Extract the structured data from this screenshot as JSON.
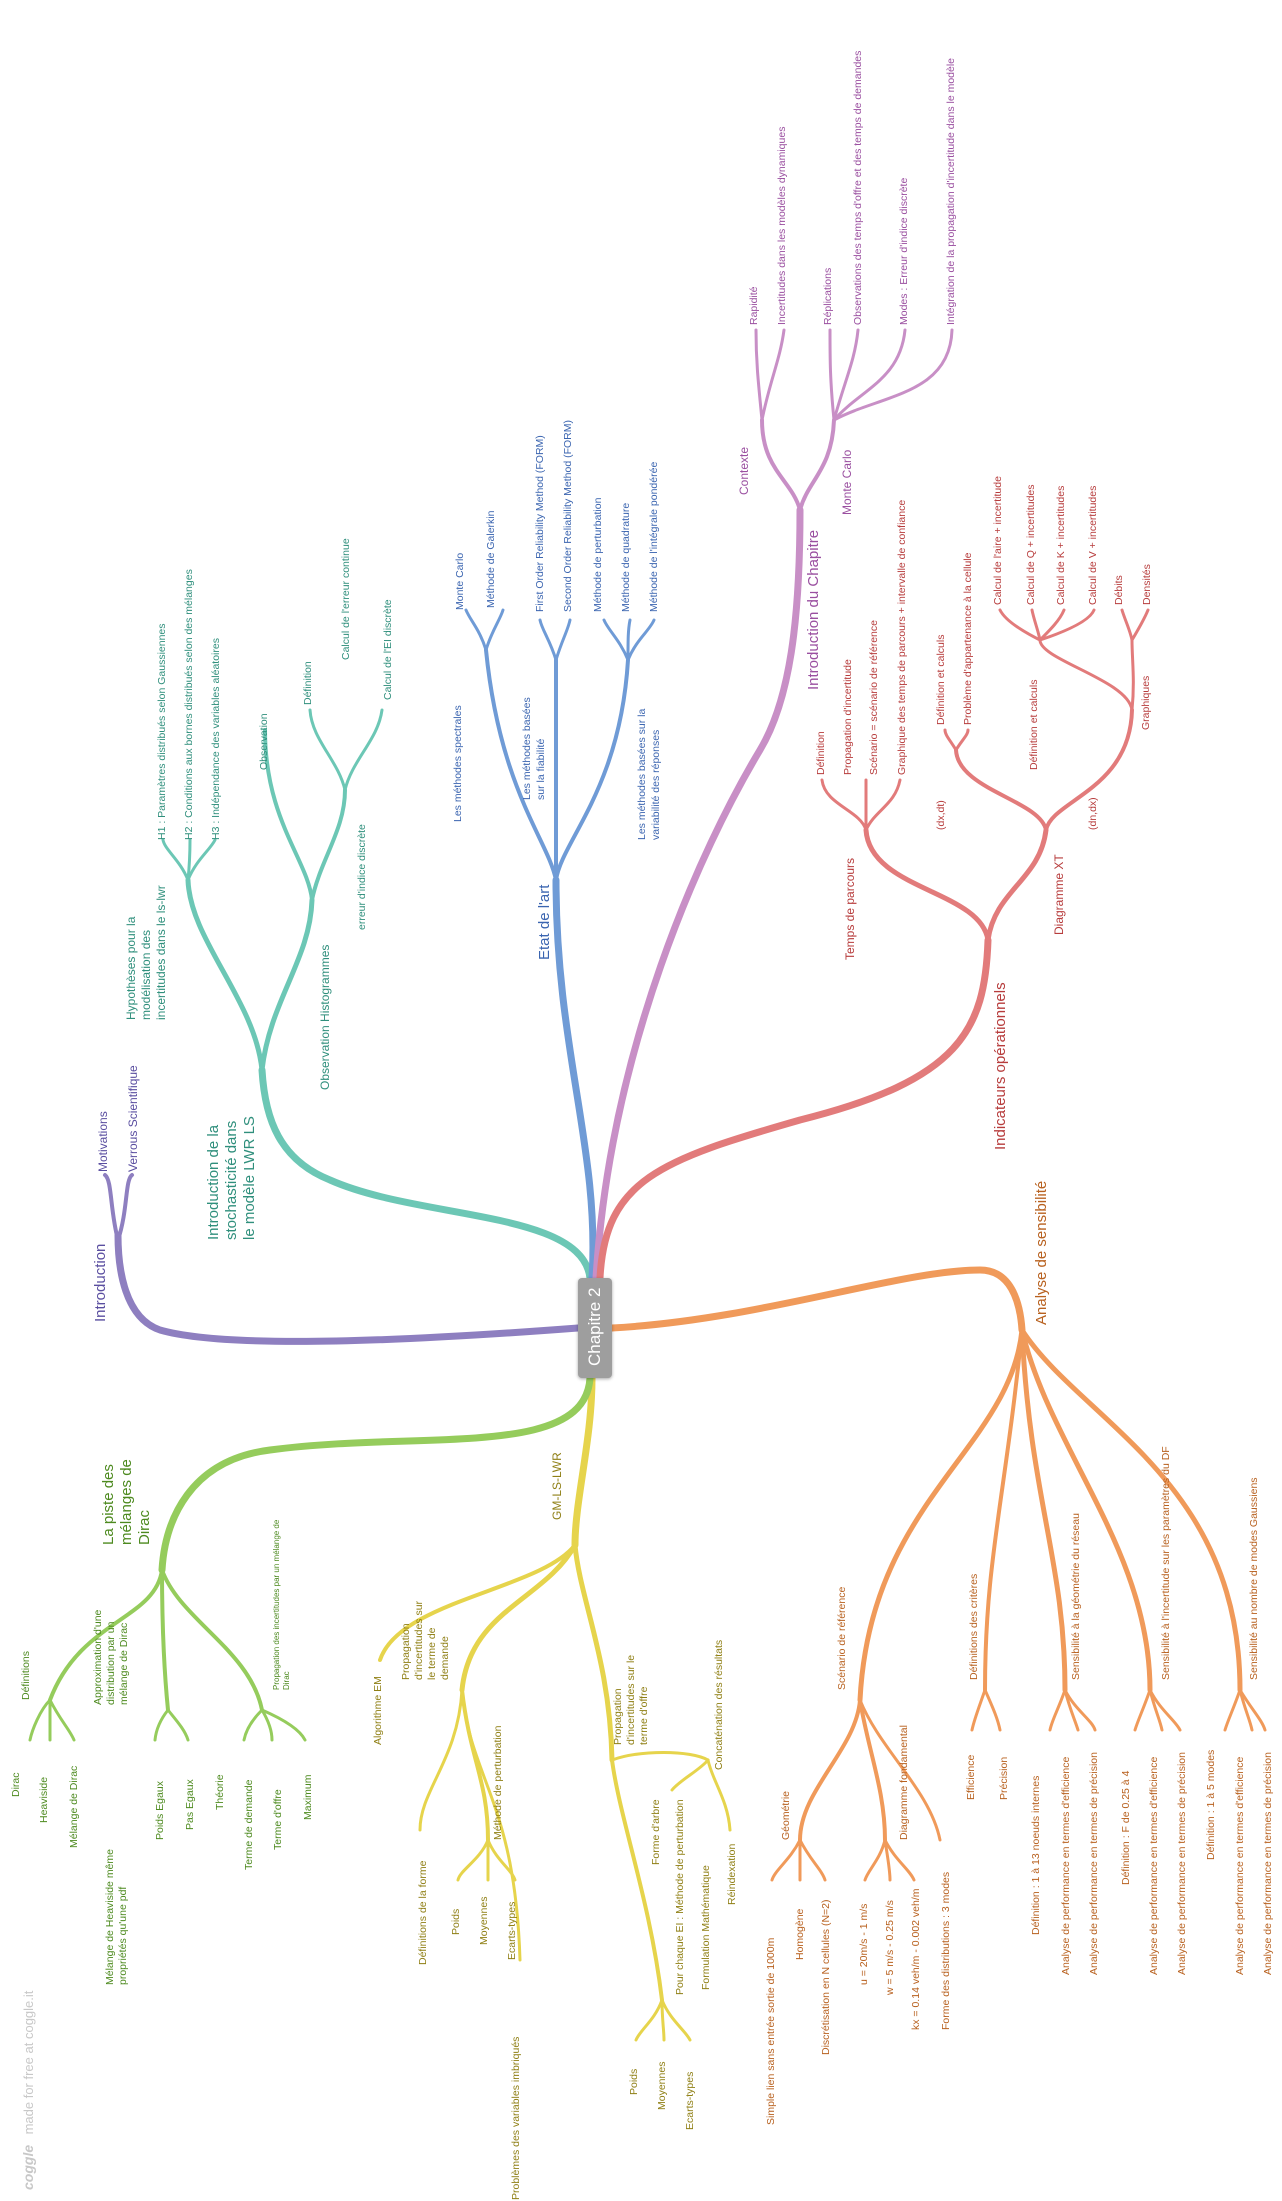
{
  "central": {
    "label": "Chapitre 2"
  },
  "footer": {
    "logo": "coggle",
    "text": "made for free at coggle.it"
  },
  "colors": {
    "introduction": "#8e7fc0",
    "stochasticite": "#6cc7b5",
    "etat_art": "#6f9bd6",
    "intro_chapitre": "#c88fc6",
    "indicateurs": "#e27b7b",
    "sensibilite": "#f09a5a",
    "gm_ls_lwr": "#e6d44c",
    "dirac": "#95cc5c"
  },
  "branches": {
    "introduction": {
      "label": "Introduction",
      "children": [
        "Motivations",
        "Verrous Scientifique"
      ]
    },
    "stochasticite": {
      "label": "Introduction de la stochasticité dans le modèle LWR LS",
      "hypotheses": "Hypothèses pour la modélisation des incertitudes dans le ls-lwr",
      "h1": "H1 : Paramètres distribués selon Gaussiennes",
      "h2": "H2 : Conditions aux bornes distribués selon des mélanges",
      "h3": "H3 : Indépendance des variables aléatoires",
      "obs_histo": "Observation Histogrammes",
      "observation": "Observation",
      "erreur": "erreur d'indice discrète",
      "definition": "Définition",
      "calc_continue": "Calcul de l'erreur continue",
      "calc_ei": "Calcul de l'EI discrète"
    },
    "etat_art": {
      "label": "Etat de l'art",
      "spectrales": "Les méthodes spectrales",
      "monte_carlo": "Monte Carlo",
      "galerkin": "Méthode de Galerkin",
      "fiabilite": "Les méthodes basées sur la fiabilité",
      "first_order": "First Order Reliability Method (FORM)",
      "second_order": "Second Order Reliability Method (FORM)",
      "variabilite": "Les méthodes basées sur la variabilité des réponses",
      "perturbation": "Méthode de perturbation",
      "quadrature": "Méthode de quadrature",
      "integrale": "Méthode de l'intégrale pondérée"
    },
    "intro_chapitre": {
      "label": "Introduction du Chapitre",
      "contexte": "Contexte",
      "rapidite": "Rapidité",
      "incertitudes": "Incertitudes dans les modèles dynamiques",
      "monte_carlo": "Monte Carlo",
      "replications": "Réplications",
      "observations": "Observations des temps d'offre et des temps de demandes",
      "modes": "Modes : Erreur d'indice discrète",
      "integration": "Intégration de la propagation d'incertitude dans le modèle"
    },
    "indicateurs": {
      "label": "Indicateurs opérationnels",
      "temps_parcours": "Temps de parcours",
      "definition": "Définition",
      "propagation": "Propagation d'incertitude",
      "scenario": "Scénario = scénario de référence",
      "graphique": "Graphique des temps de parcours + intervalle de confiance",
      "diagramme": "Diagramme XT",
      "dxdt": "(dx,dt)",
      "def_calc": "Définition et calculs",
      "appartenance": "Problème d'appartenance à la cellule",
      "dndx": "(dn,dx)",
      "def_calc2": "Définition et calculs",
      "calc_aire": "Calcul de l'aire + incertitude",
      "calc_q": "Calcul de Q + incertitudes",
      "calc_k": "Calcul de K + incertitudes",
      "calc_v": "Calcul de V + incertitudes",
      "graphiques": "Graphiques",
      "debits": "Débits",
      "densites": "Densités"
    },
    "sensibilite": {
      "label": "Analyse de sensibilité",
      "scenario": "Scénario de référence",
      "geometrie": "Géométrie",
      "simple_lien": "Simple lien sans entrée sortie de 1000m",
      "homogene": "Homogène",
      "discretisation": "Discrétisation en N cellules (N=2)",
      "diagramme_fond": "Diagramme fondamental",
      "u": "u = 20m/s - 1 m/s",
      "w": "w = 5 m/s - 0.25 m/s",
      "kx": "kx = 0.14 veh/m - 0.002 veh/m",
      "forme": "Forme des distributions : 3 modes",
      "def_criteres": "Définitions des critères",
      "efficience": "Efficience",
      "precision": "Précision",
      "sens_geom": "Sensibilité à la géométrie du réseau",
      "def_noeuds": "Définition : 1 à 13 noeuds internes",
      "perf_eff1": "Analyse de performance en termes d'efficience",
      "perf_prec1": "Analyse de performance en termes de précision",
      "sens_df": "Sensibilité à l'incertitude sur les paramètres du DF",
      "def_f": "Définition : F de 0.25 à 4",
      "perf_eff2": "Analyse de performance en termes d'efficience",
      "perf_prec2": "Analyse de performance en termes de précision",
      "sens_modes": "Sensibilité au nombre de modes Gaussiens",
      "def_modes": "Définition : 1 à 5 modes",
      "perf_eff3": "Analyse de performance en termes d'efficience",
      "perf_prec3": "Analyse de performance en termes de précision"
    },
    "gm_ls_lwr": {
      "label": "GM-LS-LWR",
      "algo": "Algorithme EM",
      "propagation_demande": "Propagation d'incertitudes sur le terme de demande",
      "def_forme": "Définitions de la forme",
      "poids": "Poids",
      "moyennes": "Moyennes",
      "ecarts": "Ecarts-types",
      "methode_perturb": "Méthode de perturbation",
      "probleme": "Problèmes des variables imbriqués",
      "propagation_offre": "Propagation d'incertitudes sur le terme d'offre",
      "concatenation": "Concaténation des résultats",
      "forme_arbre": "Forme d'arbre",
      "pour_chaque": "Pour chaque EI : Méthode de perturbation",
      "formulation": "Formulation Mathématique",
      "reindexation": "Réindexation",
      "poids2": "Poids",
      "moyennes2": "Moyennes",
      "ecarts2": "Ecarts-types"
    },
    "dirac": {
      "label": "La piste des mélanges de Dirac",
      "definitions": "Définitions",
      "dirac": "Dirac",
      "heaviside": "Heaviside",
      "melange": "Mélange de Dirac",
      "approximation": "Approximation d'une distribution par un mélange de Dirac",
      "melange_heaviside": "Mélange de Heaviside même propriétés qu'une pdf",
      "poids_egaux": "Poids Egaux",
      "pas_egaux": "Pas Egaux",
      "propagation": "Propagation des incertitudes par un mélange de Dirac",
      "theorie": "Théorie",
      "terme_demande": "Terme de demande",
      "terme_offre": "Terme d'offre",
      "maximum": "Maximum"
    }
  }
}
